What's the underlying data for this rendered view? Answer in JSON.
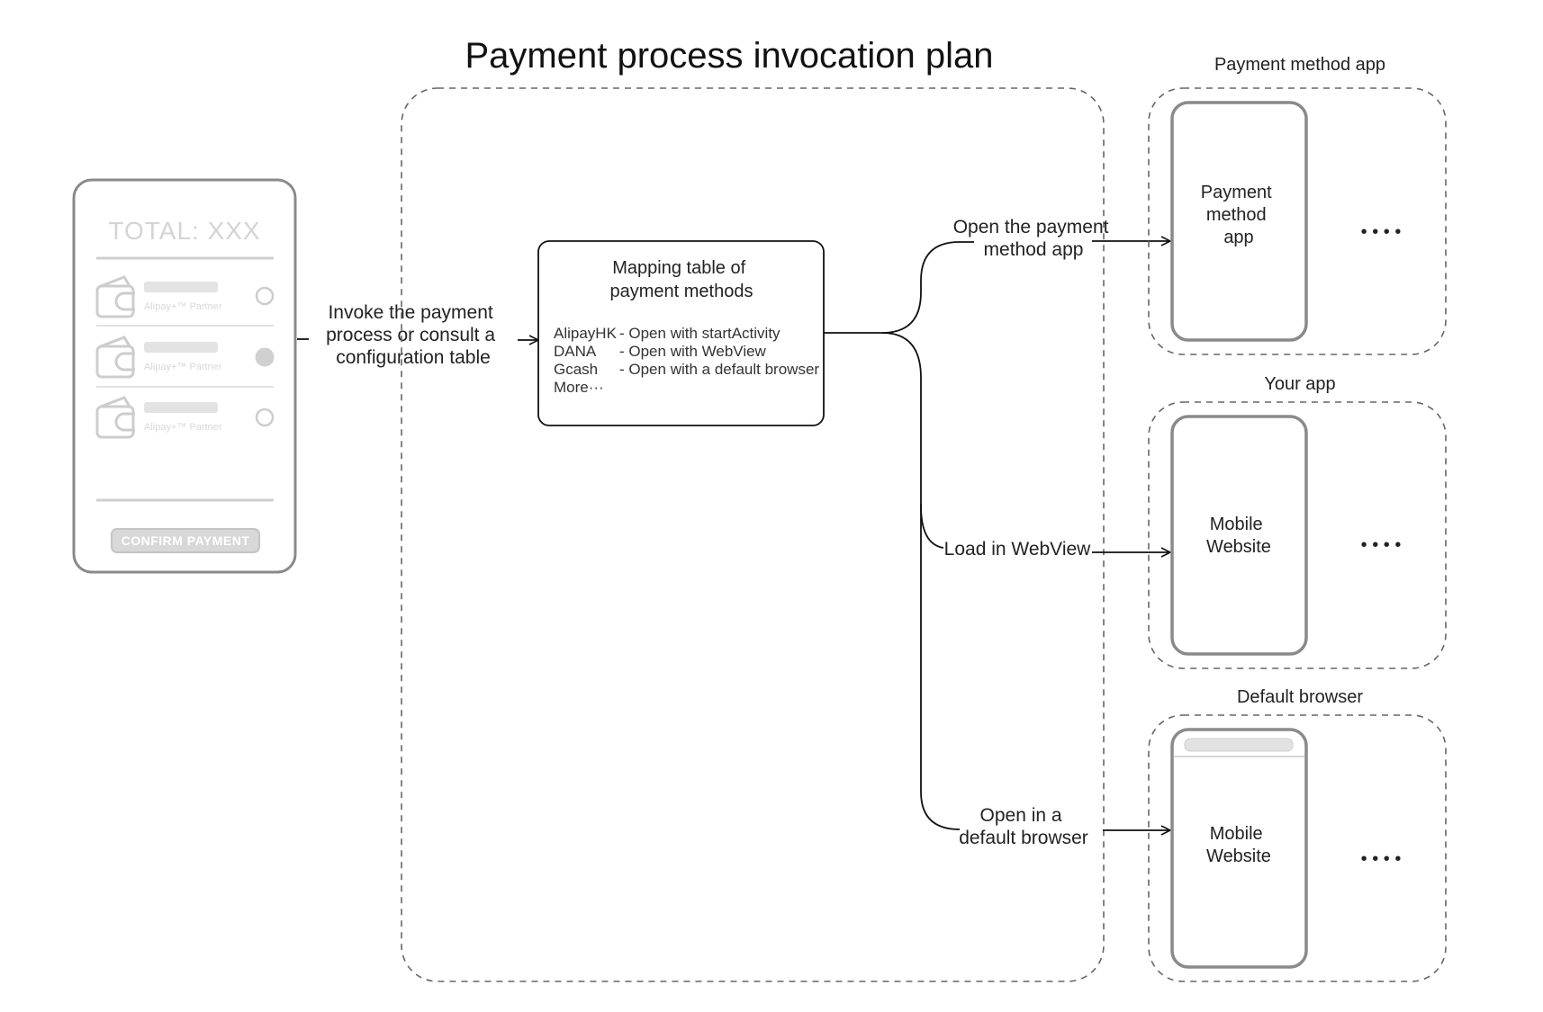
{
  "title": "Payment process invocation plan",
  "checkout_mock": {
    "total": "TOTAL: XXX",
    "rows": [
      {
        "partner": "Alipay+™ Partner",
        "selected": false
      },
      {
        "partner": "Alipay+™ Partner",
        "selected": true
      },
      {
        "partner": "Alipay+™ Partner",
        "selected": false
      }
    ],
    "confirm_button": "CONFIRM PAYMENT"
  },
  "invoke_label": [
    "Invoke the payment",
    "process or consult a",
    "configuration table"
  ],
  "mapping_table": {
    "title": [
      "Mapping table of",
      "payment methods"
    ],
    "rows": [
      {
        "method": "AlipayHK",
        "action": "- Open with startActivity"
      },
      {
        "method": "DANA",
        "action": "- Open with WebView"
      },
      {
        "method": "Gcash",
        "action": "- Open with a default browser"
      },
      {
        "method": "More···",
        "action": ""
      }
    ]
  },
  "branches": {
    "app": [
      "Open the payment",
      "method app"
    ],
    "webview": [
      "Load in WebView"
    ],
    "browser": [
      "Open in a",
      "default browser"
    ]
  },
  "targets": {
    "app": {
      "group_label": "Payment method app",
      "phone_label": [
        "Payment",
        "method",
        "app"
      ],
      "more": "• • • •"
    },
    "webview": {
      "group_label": "Your app",
      "phone_label": [
        "Mobile",
        "Website"
      ],
      "more": "• • • •"
    },
    "browser": {
      "group_label": "Default browser",
      "phone_label": [
        "Mobile",
        "Website"
      ],
      "more": "• • • •"
    }
  },
  "colors": {
    "line": "#111111",
    "dashed_border": "#666666",
    "phone_border": "#8a8a8a",
    "mock_gray": "#d4d4d4"
  }
}
